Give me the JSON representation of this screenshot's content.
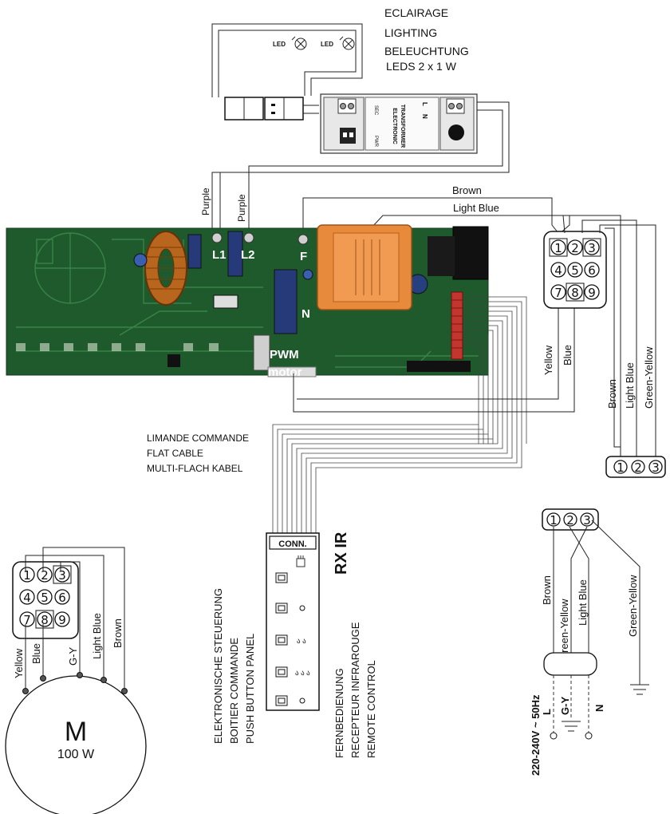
{
  "lighting": {
    "lines": [
      "ECLAIRAGE",
      "LIGHTING",
      "BELEUCHTUNG",
      "LEDS 2 x 1 W"
    ],
    "led_label": "LED"
  },
  "transformer": {
    "title_lines": [
      "ELECTRONIC",
      "TRANSFORMER"
    ],
    "sec": "SEC",
    "pwr": "PWR",
    "terminal_l": "L",
    "terminal_n": "N"
  },
  "wires": {
    "brown": "Brown",
    "light_blue": "Light Blue",
    "purple": "Purple",
    "yellow": "Yellow",
    "blue": "Blue",
    "green_yellow": "Green-Yellow",
    "gy": "G-Y"
  },
  "board": {
    "labels": {
      "l1": "L1",
      "l2": "L2",
      "f": "F",
      "n": "N",
      "pwm": "PWM",
      "motor": "motor"
    }
  },
  "flat_cable": {
    "lines": [
      "LIMANDE COMMANDE",
      "FLAT CABLE",
      "MULTI-FLACH KABEL"
    ]
  },
  "panel": {
    "conn": "CONN.",
    "rx_ir": "RX IR",
    "push_lines": [
      "ELEKTRONISCHE STEUERUNG",
      "BOITIER COMMANDE",
      "PUSH BUTTON PANEL"
    ],
    "remote_lines": [
      "FERNBEDIENUNG",
      "RECEPTEUR INFRAROUGE",
      "REMOTE CONTROL"
    ]
  },
  "connector9": {
    "pins": [
      "1",
      "2",
      "3",
      "4",
      "5",
      "6",
      "7",
      "8",
      "9"
    ]
  },
  "connector3": {
    "pins": [
      "1",
      "2",
      "3"
    ]
  },
  "motor": {
    "letter": "M",
    "power": "100 W"
  },
  "mains": {
    "voltage": "220-240V ~ 50Hz",
    "l": "L",
    "n": "N"
  },
  "colors": {
    "pcb": "#1f5a2c",
    "transformer_orange": "#e88a3c",
    "wire": "#222222"
  }
}
